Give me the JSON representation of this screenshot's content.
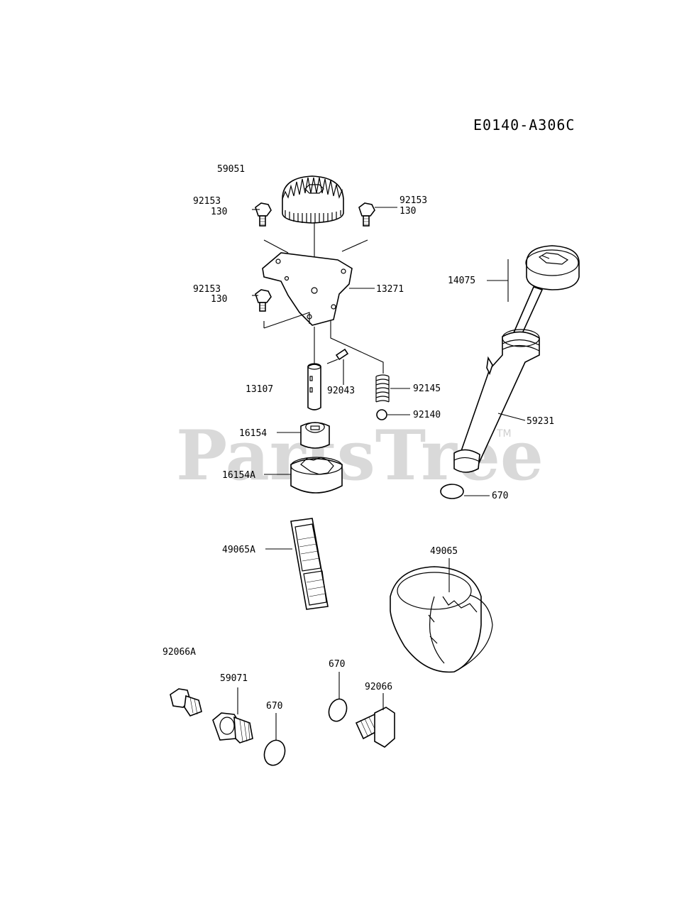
{
  "diagram_code": "E0140-A306C",
  "watermark": {
    "text": "PartsTree",
    "mark": "TM"
  },
  "labels": {
    "gear": "59051",
    "bolt_left_top_num": "92153",
    "bolt_left_top_qty": "130",
    "bolt_right_top_num": "92153",
    "bolt_right_top_qty": "130",
    "bolt_left_mid_num": "92153",
    "bolt_left_mid_qty": "130",
    "cover_plate": "13271",
    "shaft": "13107",
    "pin": "92043",
    "spring": "92145",
    "ball": "92140",
    "inner_rotor": "16154",
    "outer_rotor": "16154A",
    "dipstick": "14075",
    "filler_tube": "59231",
    "oring_tube": "670",
    "strainer": "49065A",
    "oil_filter": "49065",
    "plug_small": "92066A",
    "fitting": "59071",
    "oring_left": "670",
    "oring_mid": "670",
    "drain_plug": "92066"
  },
  "colors": {
    "line": "#000000",
    "watermark": "#d9d9d9",
    "background": "#ffffff"
  }
}
